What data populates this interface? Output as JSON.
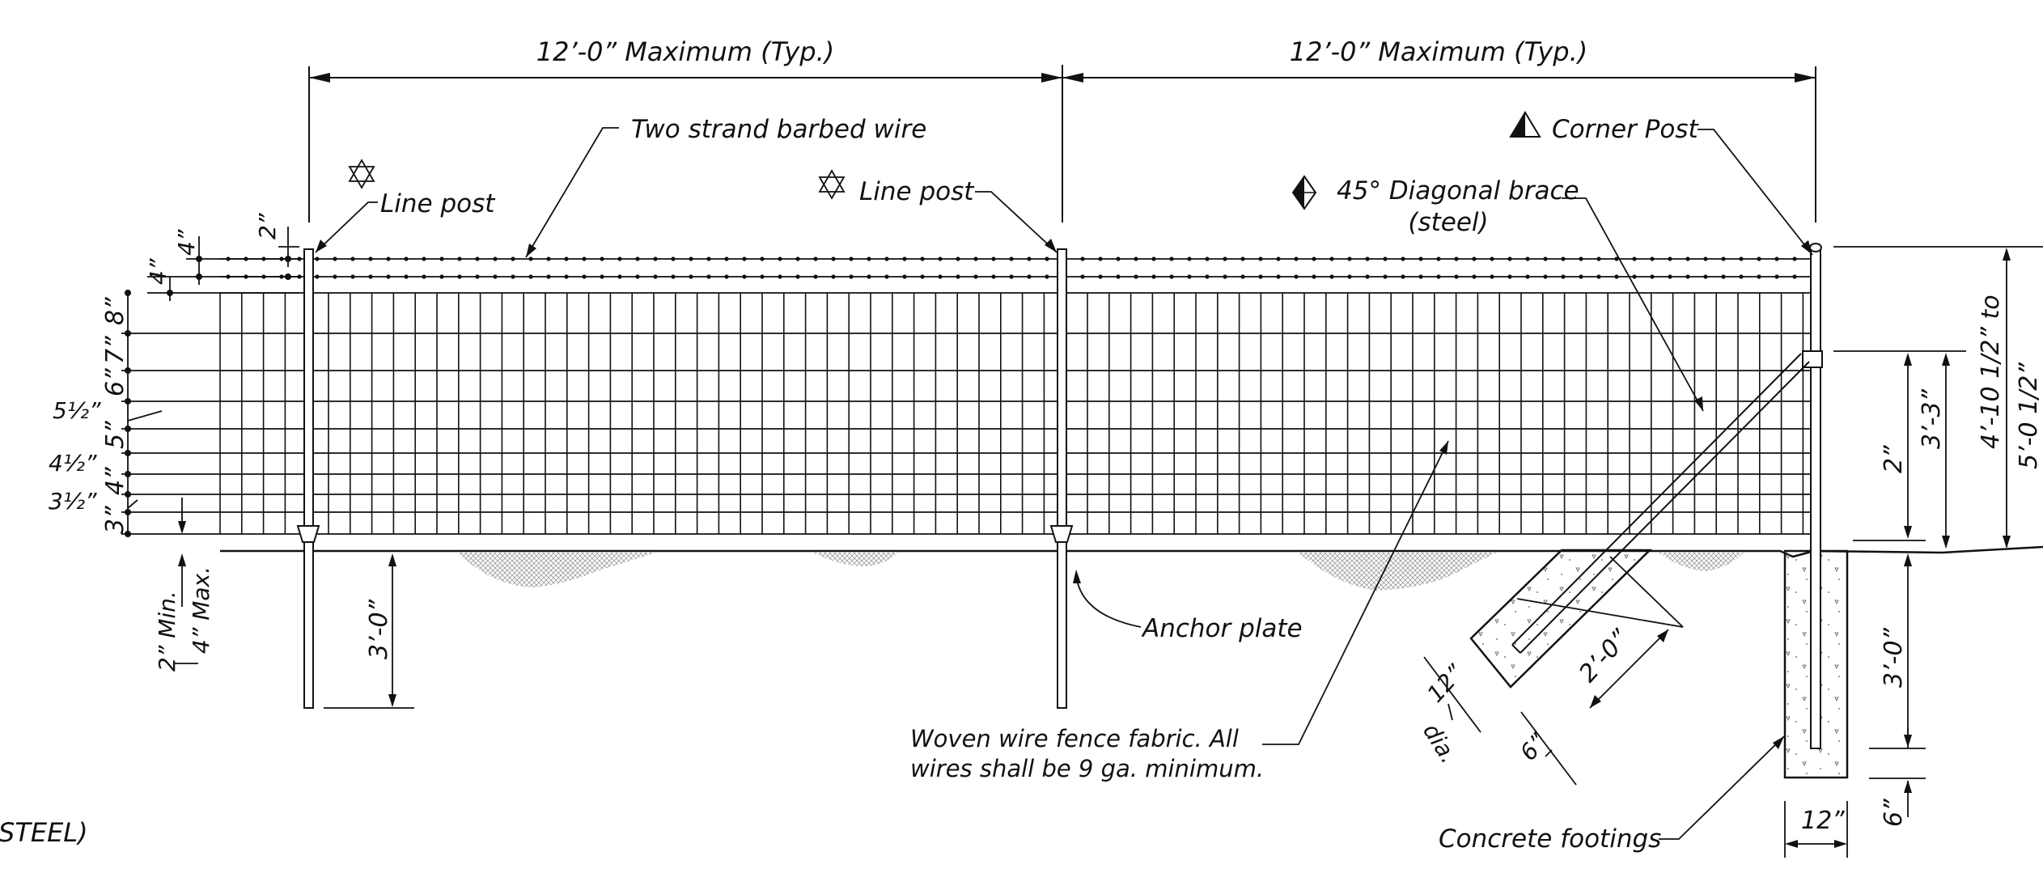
{
  "labels": {
    "span_left": "12’-0” Maximum (Typ.)",
    "span_right": "12’-0” Maximum (Typ.)",
    "barbed_wire": "Two strand barbed wire",
    "line_post_left": "Line post",
    "line_post_mid": "Line post",
    "diagonal_brace_1": "45° Diagonal brace",
    "diagonal_brace_2": "(steel)",
    "corner_post": "Corner Post",
    "anchor_plate": "Anchor plate",
    "fabric_1": "Woven wire fence fabric. All",
    "fabric_2": "wires shall be 9 ga. minimum.",
    "footings": "Concrete footings",
    "section_fragment": "STEEL)"
  },
  "dims": {
    "top_2in": "2”",
    "top_4in_a": "4”",
    "top_4in_b": "4”",
    "sp_8": "8”",
    "sp_7": "7”",
    "sp_6": "6”",
    "sp_5": "5”",
    "sp_4": "4”",
    "sp_3": "3”",
    "sp_5_5": "5½”",
    "sp_4_5": "4½”",
    "sp_3_5": "3½”",
    "clear_min": "2” Min.",
    "clear_max": "4” Max.",
    "line_post_embed": "3’-0”",
    "brace_embed": "2’-0”",
    "brace_dia_1": "12”",
    "brace_dia_2": "dia.",
    "brace_below": "6”",
    "corner_embed": "3’-0”",
    "corner_width": "12”",
    "corner_below": "6”",
    "brace_height": "3’-3”",
    "brace_gap": "2”",
    "height_1": "4’-10 1/2” to",
    "height_2": "5’-0 1/2”"
  },
  "symbols": {
    "line_post": "star-of-david-icon",
    "corner_post": "triangle-half-filled-icon",
    "diagonal_brace": "diamond-half-filled-icon"
  },
  "colors": {
    "ink": "#111111",
    "hatch": "#9a9a9a",
    "paper": "#ffffff"
  }
}
